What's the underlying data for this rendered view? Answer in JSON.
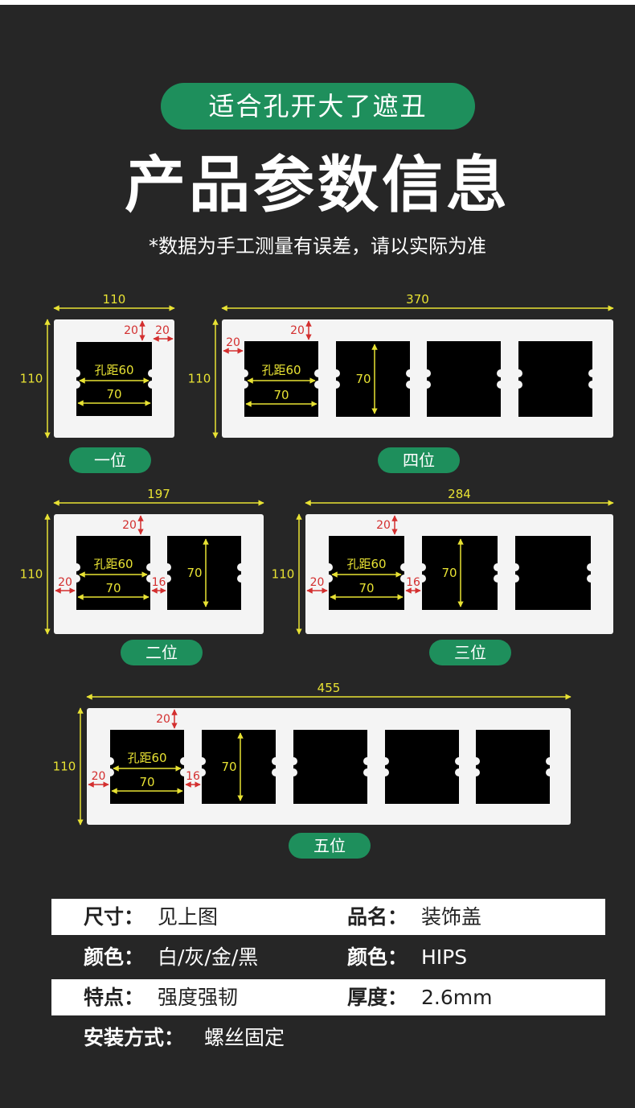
{
  "header": {
    "pill": "适合孔开大了遮丑",
    "title": "产品参数信息",
    "note": "*数据为手工测量有误差，请以实际为准"
  },
  "panels": {
    "p1": {
      "label": "一位",
      "width": "110",
      "height": "110",
      "top": "20",
      "side": "20",
      "hole_label": "孔距60",
      "hole_w": "70"
    },
    "p4": {
      "label": "四位",
      "width": "370",
      "height": "110",
      "top": "20",
      "side": "20",
      "hole_label": "孔距60",
      "hole_w": "70",
      "hole_h": "70"
    },
    "p2": {
      "label": "二位",
      "width": "197",
      "height": "110",
      "top": "20",
      "side": "20",
      "gap": "16",
      "hole_label": "孔距60",
      "hole_w": "70",
      "hole_h": "70"
    },
    "p3": {
      "label": "三位",
      "width": "284",
      "height": "110",
      "top": "20",
      "side": "20",
      "gap": "16",
      "hole_label": "孔距60",
      "hole_w": "70",
      "hole_h": "70"
    },
    "p5": {
      "label": "五位",
      "width": "455",
      "height": "110",
      "top": "20",
      "side": "20",
      "gap": "16",
      "hole_label": "孔距60",
      "hole_w": "70",
      "hole_h": "70"
    }
  },
  "specs": {
    "size_k": "尺寸：",
    "size_v": "见上图",
    "name_k": "品名：",
    "name_v": "装饰盖",
    "color_k": "颜色：",
    "color_v": "白/灰/金/黑",
    "material_k": "颜色：",
    "material_v": "HIPS",
    "feature_k": "特点：",
    "feature_v": "强度强韧",
    "thick_k": "厚度：",
    "thick_v": "2.6mm",
    "install_k": "安装方式：",
    "install_v": "螺丝固定"
  },
  "colors": {
    "bg": "#262626",
    "accent": "#1e8f5c",
    "dim_yellow": "#e8e233",
    "dim_red": "#d32f2f"
  }
}
